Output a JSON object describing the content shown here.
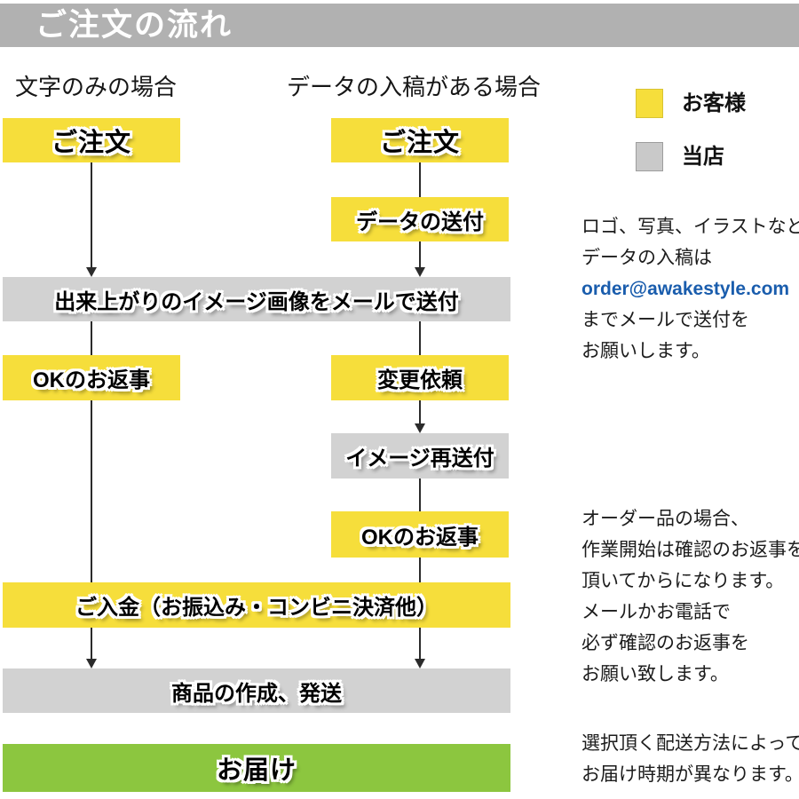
{
  "header": {
    "title": "ご注文の流れ"
  },
  "column_headers": {
    "left": "文字のみの場合",
    "right": "データの入稿がある場合"
  },
  "legend": {
    "customer_label": "お客様",
    "store_label": "当店"
  },
  "flow": {
    "left_order": "ご注文",
    "left_ok_reply": "OKのお返事",
    "right_order": "ご注文",
    "right_send_data": "データの送付",
    "right_change_request": "変更依頼",
    "right_image_resend": "イメージ再送付",
    "right_ok_reply": "OKのお返事",
    "image_mail": "出来上がりのイメージ画像をメールで送付",
    "payment": "ご入金（お振込み・コンビニ決済他）",
    "produce_ship": "商品の作成、発送",
    "delivery": "お届け"
  },
  "notes": {
    "data_note": {
      "line1": "ロゴ、写真、イラストなど",
      "line2": "データの入稿は",
      "email": "order@awakestyle.com",
      "line3": "までメールで送付を",
      "line4": "お願いします。"
    },
    "confirm_note": {
      "line1": "オーダー品の場合、",
      "line2": "作業開始は確認のお返事を",
      "line3": "頂いてからになります。",
      "line4": "メールかお電話で",
      "line5": "必ず確認のお返事を",
      "line6": "お願い致します。"
    },
    "delivery_note": {
      "line1": "選択頂く配送方法によって",
      "line2": "お届け時期が異なります。"
    }
  },
  "colors": {
    "customer_yellow": "#F6DE3B",
    "store_gray": "#D2D2D2",
    "title_bar_gray": "#B1B1B1",
    "delivery_green": "#8CC63F",
    "email_blue": "#1A5DAD"
  }
}
